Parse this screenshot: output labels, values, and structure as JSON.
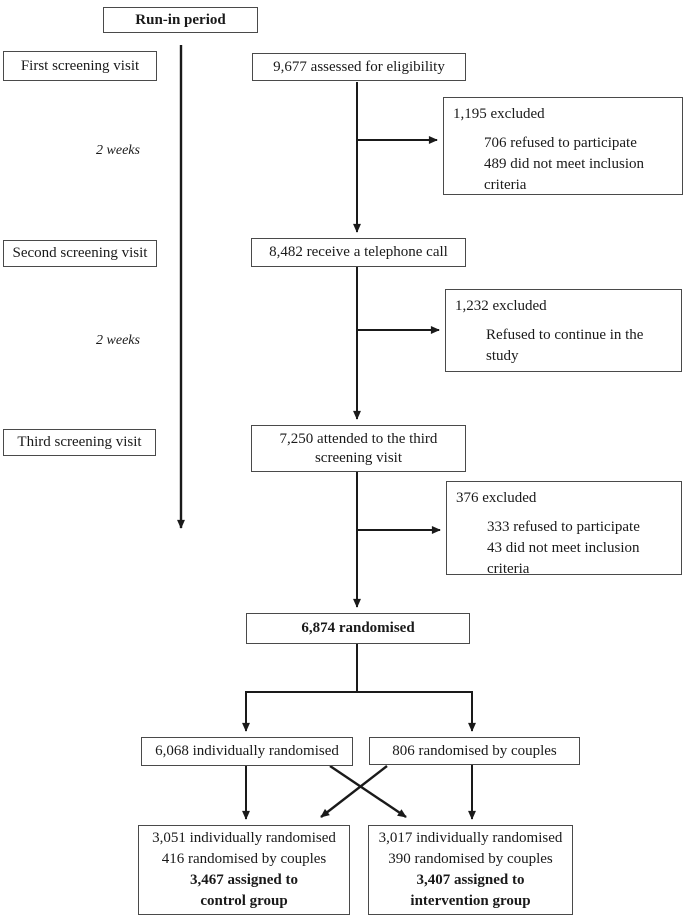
{
  "diagram": {
    "title": "Run-in period",
    "timeline_stages": [
      "First screening visit",
      "Second screening visit",
      "Third screening visit"
    ],
    "gap_labels": [
      "2 weeks",
      "2 weeks"
    ],
    "flow": {
      "assessed": "9,677 assessed for eligibility",
      "excluded_1": {
        "title": "1,195 excluded",
        "reasons": [
          "706 refused to participate",
          "489 did not meet inclusion criteria"
        ]
      },
      "telephone": "8,482 receive a telephone call",
      "excluded_2": {
        "title": "1,232 excluded",
        "reasons": [
          "Refused to continue in the study"
        ]
      },
      "attended": "7,250 attended to the third screening visit",
      "excluded_3": {
        "title": "376 excluded",
        "reasons": [
          "333 refused to participate",
          "43 did not meet inclusion criteria"
        ]
      },
      "randomised": "6,874 randomised",
      "individually_randomised": "6,068 individually randomised",
      "couples_randomised": "806 randomised by couples",
      "control_group": {
        "line1": "3,051 individually randomised",
        "line2": "416 randomised by couples",
        "line3": "3,467 assigned to",
        "line4": "control group"
      },
      "intervention_group": {
        "line1": "3,017 individually randomised",
        "line2": "390 randomised by couples",
        "line3": "3,407 assigned to",
        "line4": "intervention group"
      }
    },
    "colors": {
      "border": "#4a4a4a",
      "line": "#1a1a1a",
      "text": "#1a1a1a",
      "background": "#ffffff"
    }
  }
}
